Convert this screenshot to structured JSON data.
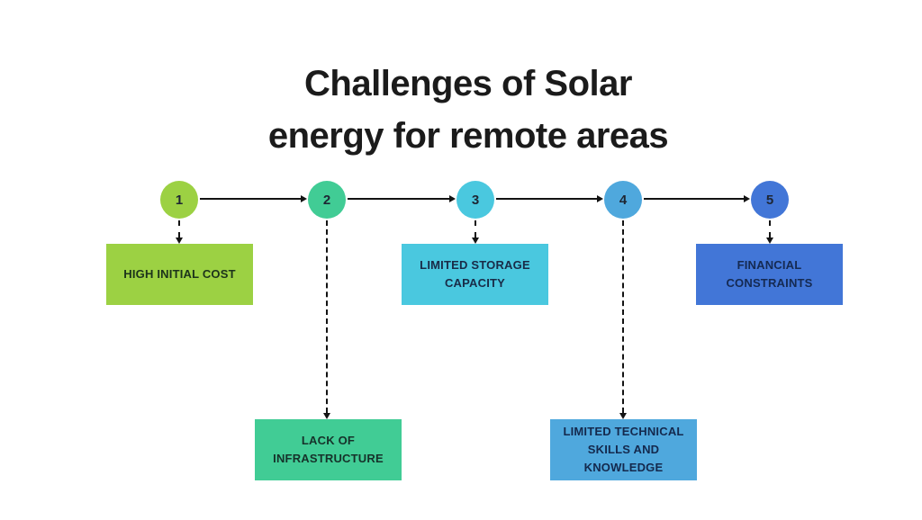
{
  "title": {
    "line1": "Challenges of Solar",
    "line2": "energy for remote areas"
  },
  "steps": [
    {
      "number": "1",
      "label": "HIGH INITIAL COST",
      "color": "#9CD143",
      "label_color": "#1C331B",
      "row": "top"
    },
    {
      "number": "2",
      "label": "LACK OF INFRASTRUCTURE",
      "color": "#41CC95",
      "label_color": "#16322A",
      "row": "bottom"
    },
    {
      "number": "3",
      "label": "LIMITED STORAGE CAPACITY",
      "color": "#4AC8DF",
      "label_color": "#192B47",
      "row": "top"
    },
    {
      "number": "4",
      "label": "LIMITED TECHNICAL SKILLS AND KNOWLEDGE",
      "color": "#4FA8DD",
      "label_color": "#14294D",
      "row": "bottom"
    },
    {
      "number": "5",
      "label": "FINANCIAL CONSTRAINTS",
      "color": "#4276D7",
      "label_color": "#152A52",
      "row": "top"
    }
  ],
  "colors": {
    "background": "#FFFFFF",
    "connector": "#131313",
    "title_text": "#1B1B1B",
    "number_text": "#1E2633"
  }
}
